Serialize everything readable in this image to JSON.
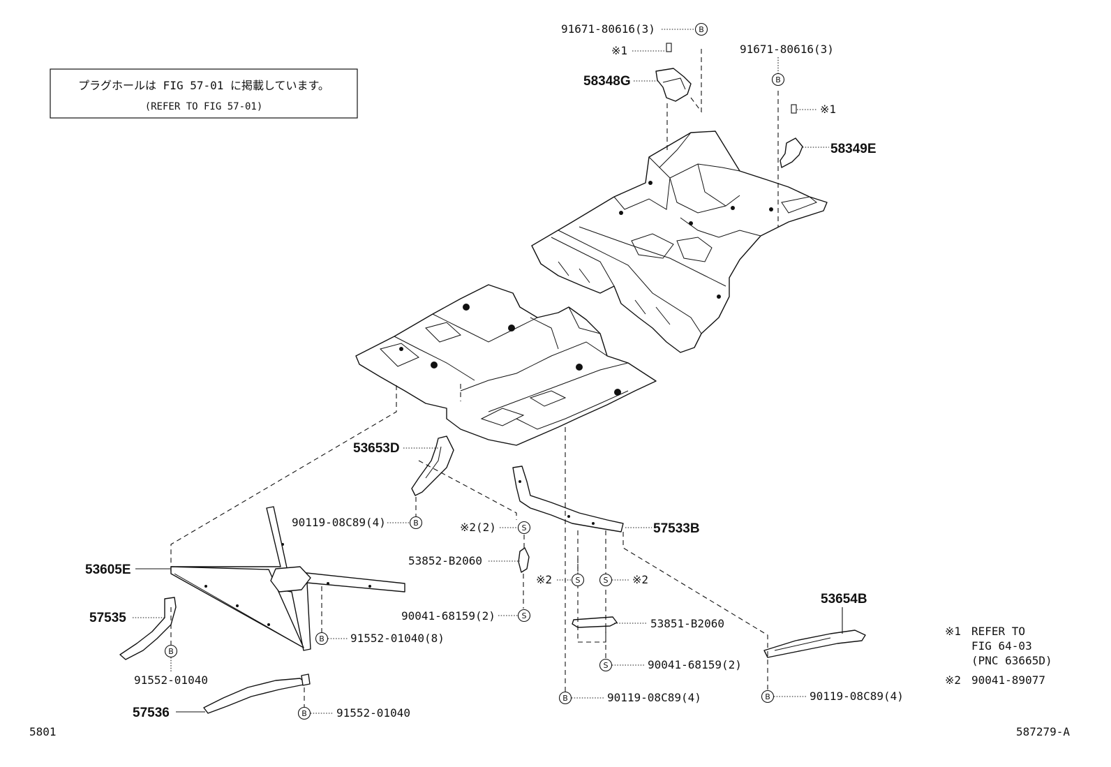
{
  "note_box": {
    "line1": "プラグホールは FIG 57-01 に掲載しています。",
    "line2": "(REFER TO FIG 57-01)"
  },
  "callouts": {
    "c_91671_top": "91671-80616(3)",
    "c_91671_right": "91671-80616(3)",
    "c_mark1_top": "※1",
    "c_mark1_right": "※1",
    "c_58348G": "58348G",
    "c_58349E": "58349E",
    "c_53653D": "53653D",
    "c_57533B": "57533B",
    "c_90119_left": "90119-08C89(4)",
    "c_mark2_2": "※2(2)",
    "c_53852": "53852-B2060",
    "c_mark2_a": "※2",
    "c_mark2_b": "※2",
    "c_90041_left": "90041-68159(2)",
    "c_53851": "53851-B2060",
    "c_90041_right": "90041-68159(2)",
    "c_90119_mid": "90119-08C89(4)",
    "c_90119_right": "90119-08C89(4)",
    "c_53654B": "53654B",
    "c_53605E": "53605E",
    "c_57535": "57535",
    "c_57536": "57536",
    "c_91552_8": "91552-01040(8)",
    "c_91552_a": "91552-01040",
    "c_91552_b": "91552-01040"
  },
  "symbols": {
    "bolt": "B",
    "screw": "S"
  },
  "refs": {
    "r1_mark": "※1",
    "r1_line1": "REFER TO",
    "r1_line2": "FIG 64-03",
    "r1_line3": "(PNC 63665D)",
    "r2_mark": "※2",
    "r2_value": "90041-89077"
  },
  "footer": {
    "page": "5801",
    "fig_id": "587279-A"
  }
}
